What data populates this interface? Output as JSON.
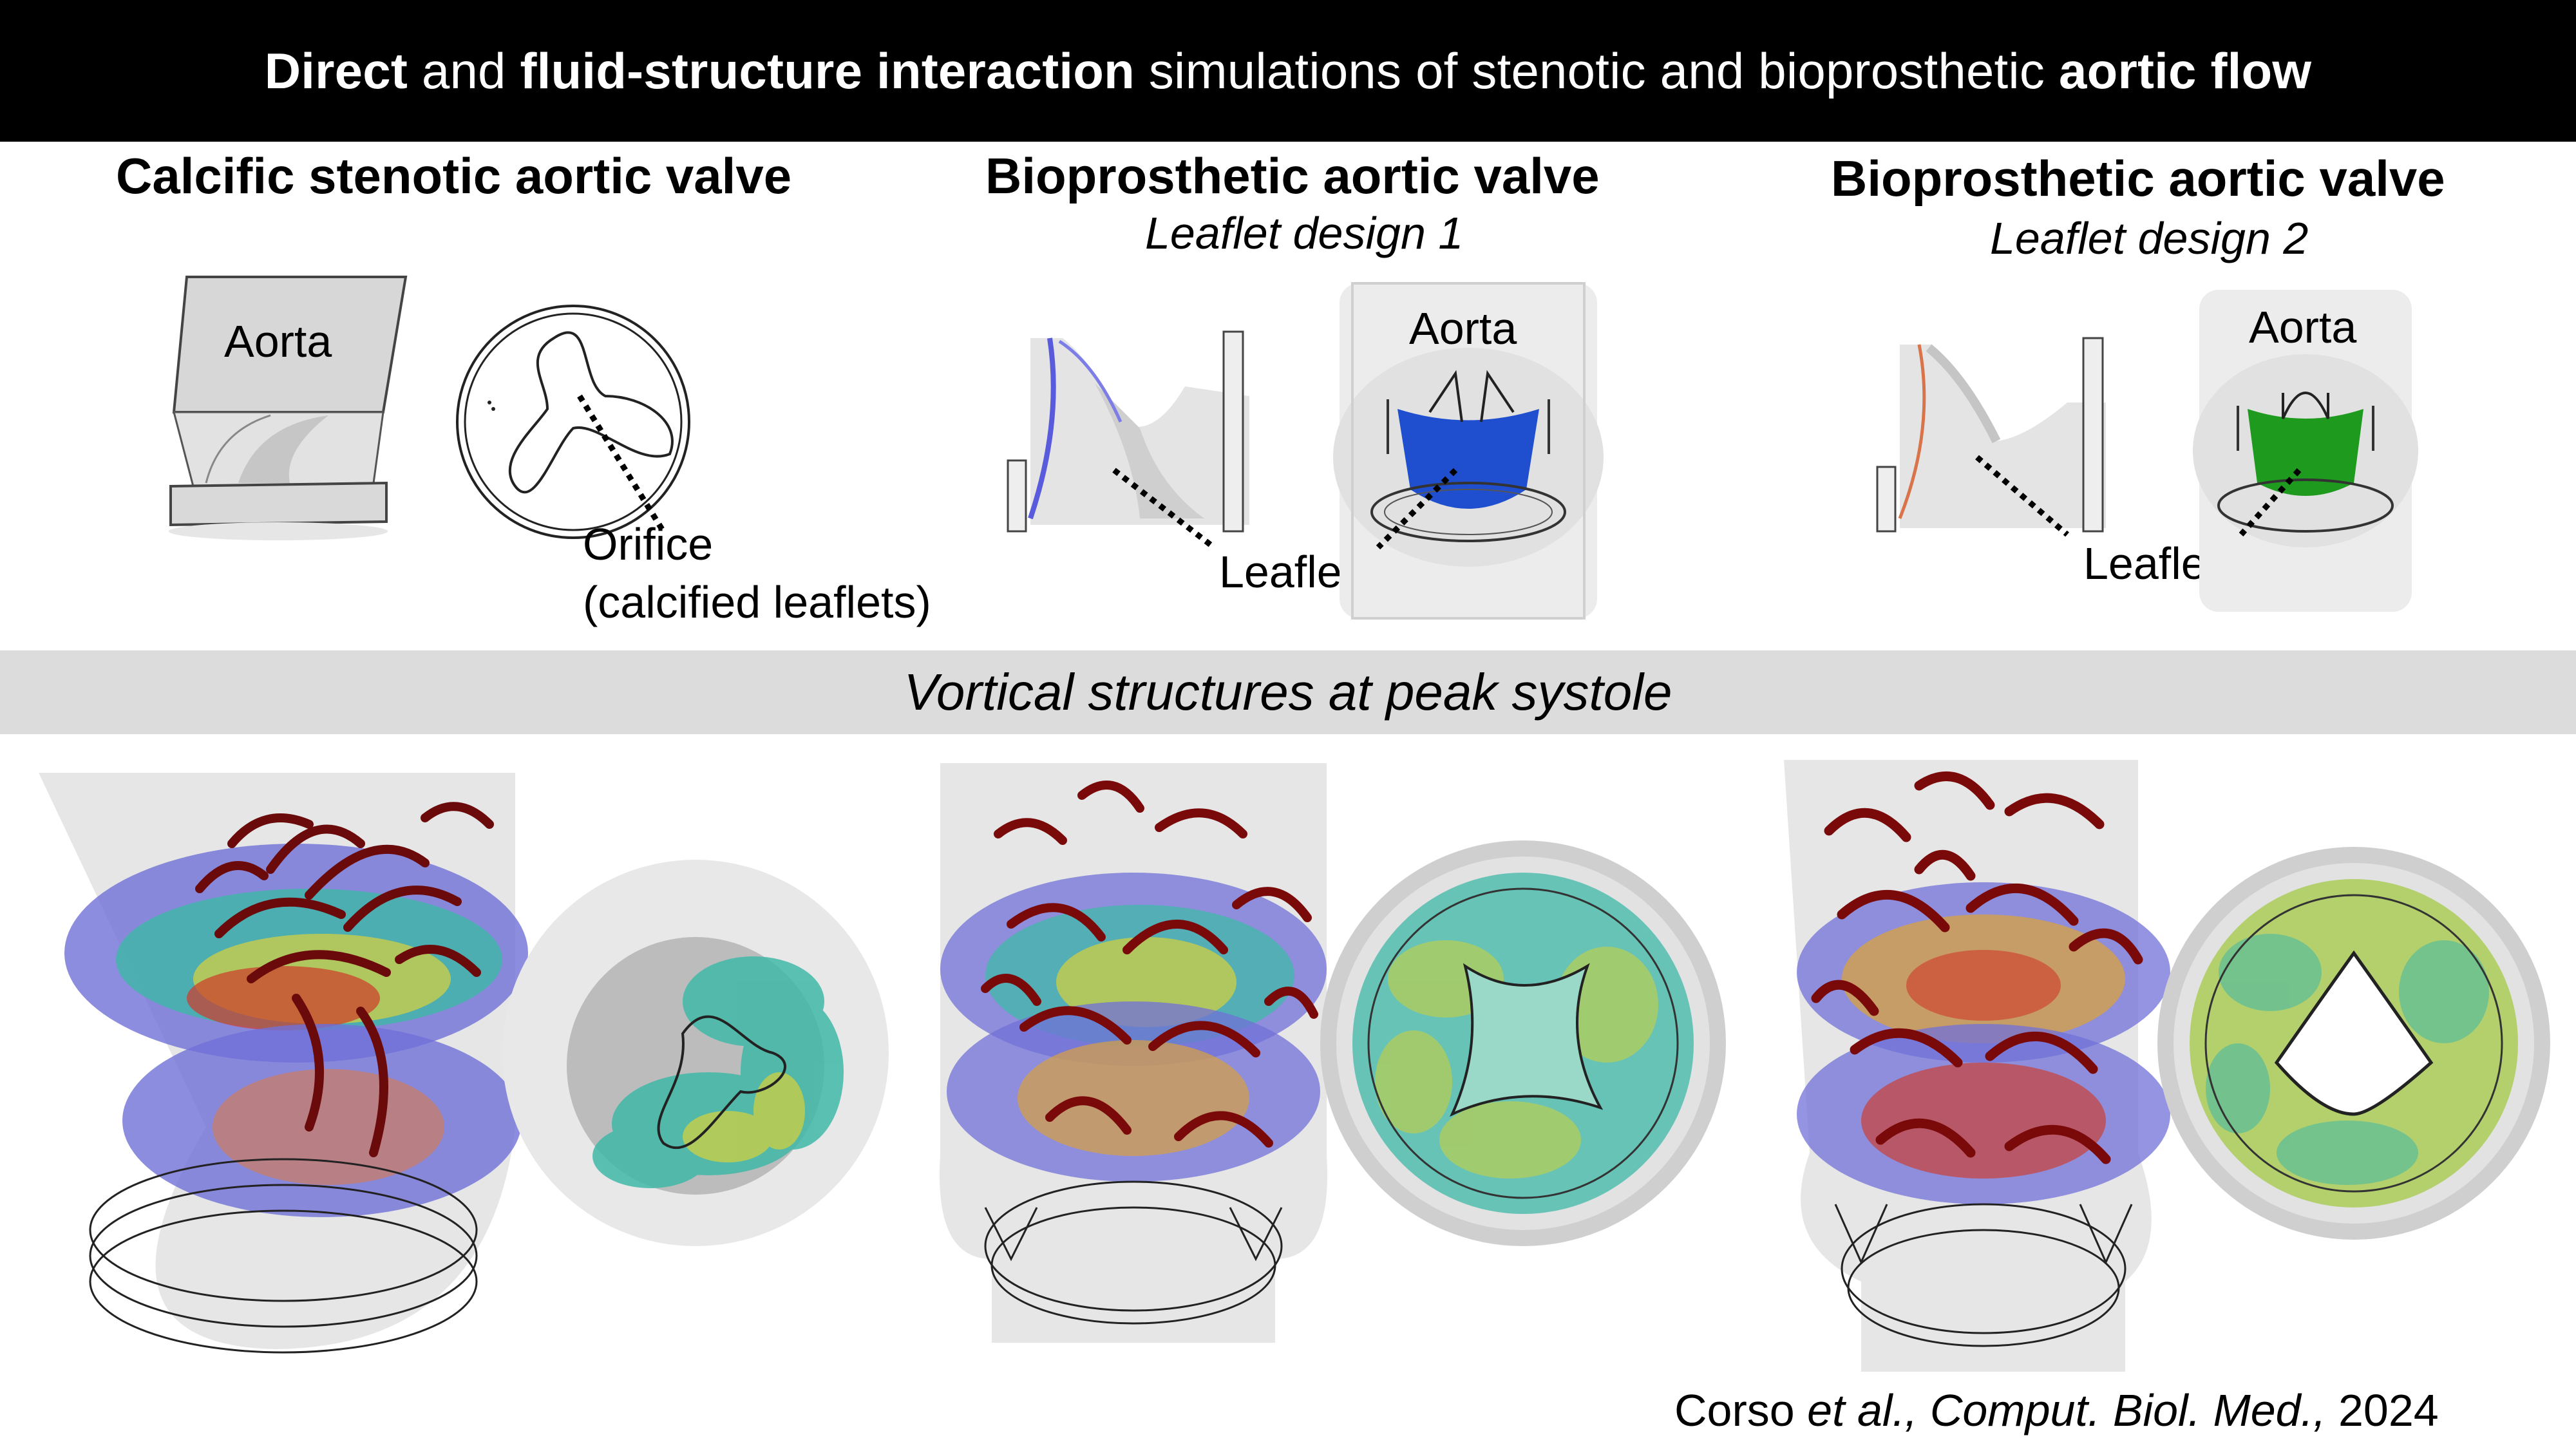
{
  "banner": {
    "part1": "Direct",
    "part2": " and ",
    "part3": "fluid-structure interaction",
    "part4": " simulations of stenotic and bioprosthetic ",
    "part5": "aortic flow"
  },
  "columns": [
    {
      "title": "Calcific stenotic aortic valve",
      "subtitle": ""
    },
    {
      "title": "Bioprosthetic aortic valve",
      "subtitle": "Leaflet design 1"
    },
    {
      "title": "Bioprosthetic aortic valve",
      "subtitle": "Leaflet design 2"
    }
  ],
  "labels": {
    "aorta": "Aorta",
    "orifice_line1": "Orifice",
    "orifice_line2": "(calcified leaflets)",
    "leaflet": "Leaflet"
  },
  "section_title": "Vortical structures at peak systole",
  "citation": {
    "author": "Corso ",
    "etal": "et al., Comput. Biol. Med.,",
    "year": " 2024"
  },
  "colors": {
    "banner_bg": "#000000",
    "banner_text": "#ffffff",
    "section_bg": "#dcdcdc",
    "leaflet_blue": "#1f4fcf",
    "leaflet_green": "#1e9a1e",
    "vortex_red": "#7a0a0a",
    "vortex_teal": "#3fb8a8",
    "vortex_yellow": "#d8d23a",
    "plane_purple": "#6a6ad8"
  },
  "icons": [
    "aorta-model",
    "valve-orifice",
    "leaflet-outline",
    "vortex-render"
  ]
}
